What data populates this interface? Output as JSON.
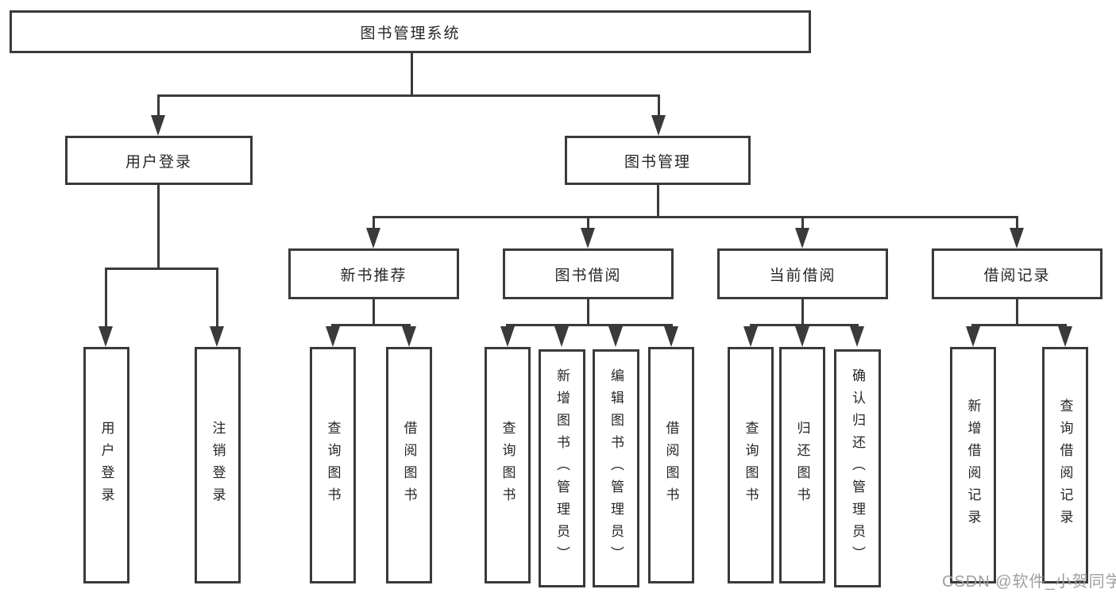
{
  "diagram_title": "图书管理系统",
  "colors": {
    "line": "#3a3a3a",
    "box_border": "#3a3a3a",
    "text": "#262626",
    "watermark": "#9e9e9e",
    "background": "#ffffff"
  },
  "tree": {
    "root": "图书管理系统",
    "branches": [
      {
        "label": "用户登录",
        "leaves": [
          "用户登录",
          "注销登录"
        ]
      },
      {
        "label": "图书管理",
        "groups": [
          {
            "label": "新书推荐",
            "leaves": [
              "查询图书",
              "借阅图书"
            ]
          },
          {
            "label": "图书借阅",
            "leaves": [
              "查询图书",
              "新增图书（管理员）",
              "编辑图书（管理员）",
              "借阅图书"
            ]
          },
          {
            "label": "当前借阅",
            "leaves": [
              "查询图书",
              "归还图书",
              "确认归还（管理员）"
            ]
          },
          {
            "label": "借阅记录",
            "leaves": [
              "新增借阅记录",
              "查询借阅记录"
            ]
          }
        ]
      }
    ]
  },
  "watermark": "CSDN @软件_小贺同学"
}
